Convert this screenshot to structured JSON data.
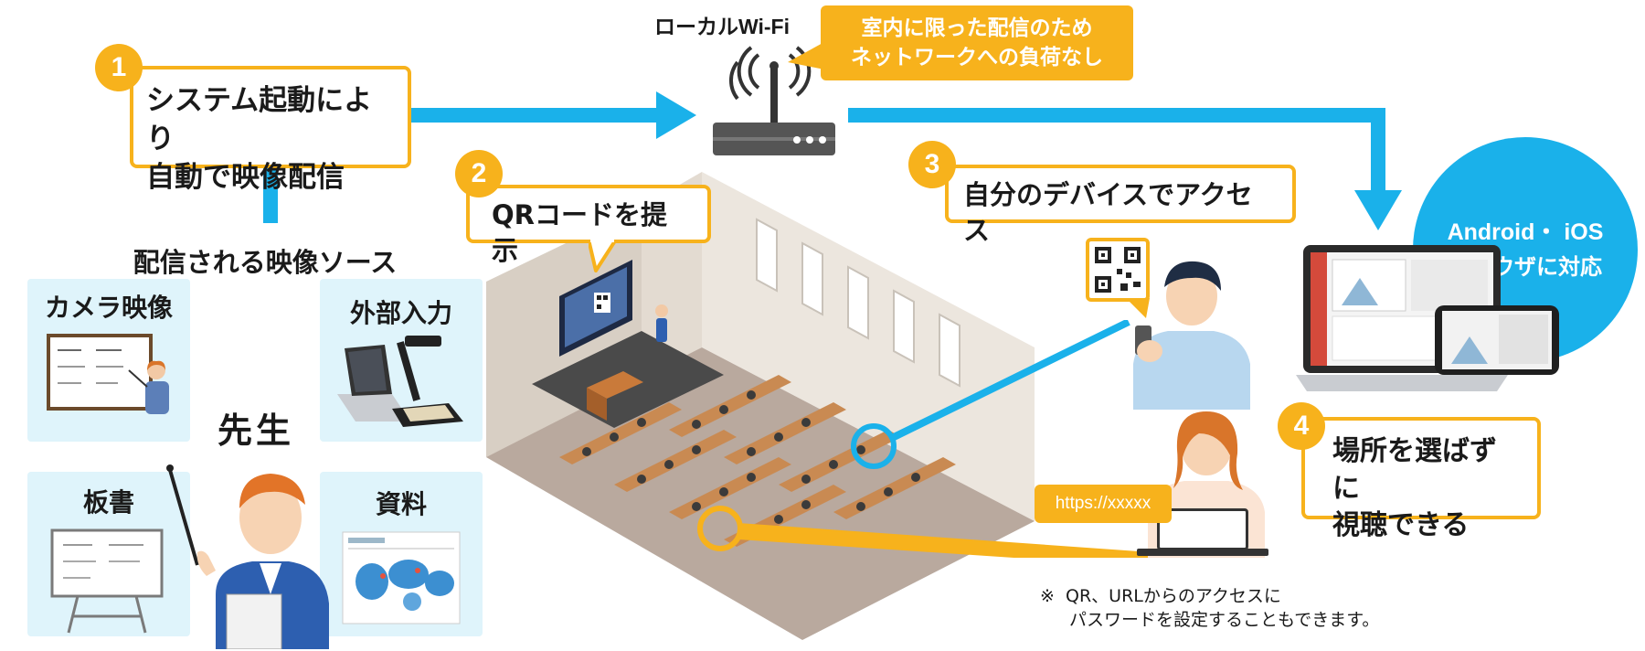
{
  "router": {
    "label": "ローカルWi-Fi",
    "icon": "wifi-router-icon"
  },
  "router_callout": {
    "line1": "室内に限った配信のため",
    "line2": "ネットワークへの負荷なし"
  },
  "step1": {
    "number": "1",
    "line1": "システム起動により",
    "line2": "自動で映像配信"
  },
  "sources": {
    "title": "配信される映像ソース",
    "camera": "カメラ映像",
    "external": "外部入力",
    "board": "板書",
    "material": "資料",
    "teacher": "先生"
  },
  "step2": {
    "number": "2",
    "label": "QRコードを提示"
  },
  "step3": {
    "number": "3",
    "label": "自分のデバイスでアクセス"
  },
  "url_badge": "https://xxxxx",
  "note": {
    "mark": "※",
    "line1": "QR、URLからのアクセスに",
    "line2": "パスワードを設定することもできます。"
  },
  "compat_circle": {
    "line1": "Android・ iOS",
    "line2": "ブラウザに対応"
  },
  "step4": {
    "number": "4",
    "line1": "場所を選ばずに",
    "line2": "視聴できる"
  },
  "colors": {
    "accent_yellow": "#f7b21c",
    "accent_blue": "#1ab1ea",
    "panel_bg": "#dff4fb"
  }
}
